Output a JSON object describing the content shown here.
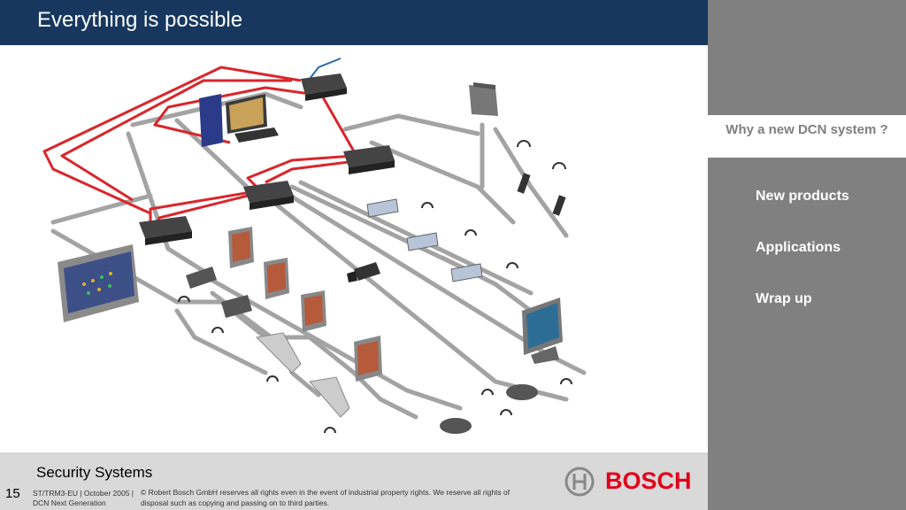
{
  "slide": {
    "title": "Everything is possible"
  },
  "sidebar": {
    "items": [
      {
        "label": "Why a new DCN system ?",
        "active": true
      },
      {
        "label": "New products",
        "active": false
      },
      {
        "label": "Applications",
        "active": false
      },
      {
        "label": "Wrap up",
        "active": false
      }
    ]
  },
  "footer": {
    "brand": "Security Systems",
    "page_number": "15",
    "meta_line1": "ST/TRM3-EU  | October 2005  |",
    "meta_line2": "DCN Next Generation",
    "copyright": "© Robert Bosch GmbH reserves all rights even in the event of industrial property rights. We reserve all rights of disposal such as copying and passing on to third parties.",
    "logo_text": "BOSCH"
  },
  "colors": {
    "title_bar": "#17375e",
    "sidebar": "#808080",
    "cable_red": "#d9262b",
    "cable_grey": "#9a9a9a",
    "logo_red": "#e2001a"
  },
  "diagram_icons": [
    "central-unit-icon",
    "computer-icon",
    "network-switch-icon",
    "wall-display-icon",
    "synoptic-display-icon",
    "delegate-unit-icon",
    "touchscreen-unit-icon",
    "headphones-icon",
    "interpreter-desk-icon",
    "camera-icon",
    "microphone-icon",
    "wireless-receiver-icon"
  ]
}
